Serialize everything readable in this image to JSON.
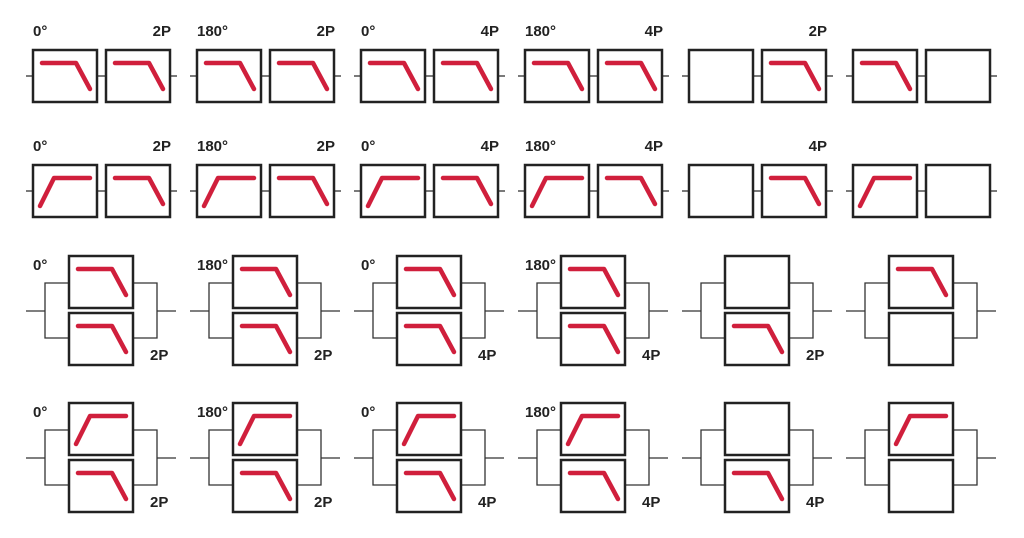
{
  "colors": {
    "filter_curve": "#d01f3c",
    "box": "#222222"
  },
  "rows": [
    {
      "topology": "series",
      "cells": [
        {
          "phase": "0°",
          "poles": "2P",
          "slots": [
            "lowpass",
            "lowpass"
          ]
        },
        {
          "phase": "180°",
          "poles": "2P",
          "slots": [
            "lowpass",
            "lowpass"
          ]
        },
        {
          "phase": "0°",
          "poles": "4P",
          "slots": [
            "lowpass",
            "lowpass"
          ]
        },
        {
          "phase": "180°",
          "poles": "4P",
          "slots": [
            "lowpass",
            "lowpass"
          ]
        },
        {
          "phase": null,
          "poles": "2P",
          "slots": [
            null,
            "lowpass"
          ]
        },
        {
          "phase": null,
          "poles": null,
          "slots": [
            "lowpass",
            null
          ]
        }
      ]
    },
    {
      "topology": "series",
      "cells": [
        {
          "phase": "0°",
          "poles": "2P",
          "slots": [
            "highpass",
            "lowpass"
          ]
        },
        {
          "phase": "180°",
          "poles": "2P",
          "slots": [
            "highpass",
            "lowpass"
          ]
        },
        {
          "phase": "0°",
          "poles": "4P",
          "slots": [
            "highpass",
            "lowpass"
          ]
        },
        {
          "phase": "180°",
          "poles": "4P",
          "slots": [
            "highpass",
            "lowpass"
          ]
        },
        {
          "phase": null,
          "poles": "4P",
          "slots": [
            null,
            "lowpass"
          ]
        },
        {
          "phase": null,
          "poles": null,
          "slots": [
            "highpass",
            null
          ]
        }
      ]
    },
    {
      "topology": "parallel",
      "cells": [
        {
          "phase": "0°",
          "poles": "2P",
          "slots": [
            "lowpass",
            "lowpass"
          ]
        },
        {
          "phase": "180°",
          "poles": "2P",
          "slots": [
            "lowpass",
            "lowpass"
          ]
        },
        {
          "phase": "0°",
          "poles": "4P",
          "slots": [
            "lowpass",
            "lowpass"
          ]
        },
        {
          "phase": "180°",
          "poles": "4P",
          "slots": [
            "lowpass",
            "lowpass"
          ]
        },
        {
          "phase": null,
          "poles": "2P",
          "slots": [
            null,
            "lowpass"
          ]
        },
        {
          "phase": null,
          "poles": null,
          "slots": [
            "lowpass",
            null
          ]
        }
      ]
    },
    {
      "topology": "parallel",
      "cells": [
        {
          "phase": "0°",
          "poles": "2P",
          "slots": [
            "highpass",
            "lowpass"
          ]
        },
        {
          "phase": "180°",
          "poles": "2P",
          "slots": [
            "highpass",
            "lowpass"
          ]
        },
        {
          "phase": "0°",
          "poles": "4P",
          "slots": [
            "highpass",
            "lowpass"
          ]
        },
        {
          "phase": "180°",
          "poles": "4P",
          "slots": [
            "highpass",
            "lowpass"
          ]
        },
        {
          "phase": null,
          "poles": "4P",
          "slots": [
            null,
            "lowpass"
          ]
        },
        {
          "phase": null,
          "poles": null,
          "slots": [
            "highpass",
            null
          ]
        }
      ]
    }
  ]
}
